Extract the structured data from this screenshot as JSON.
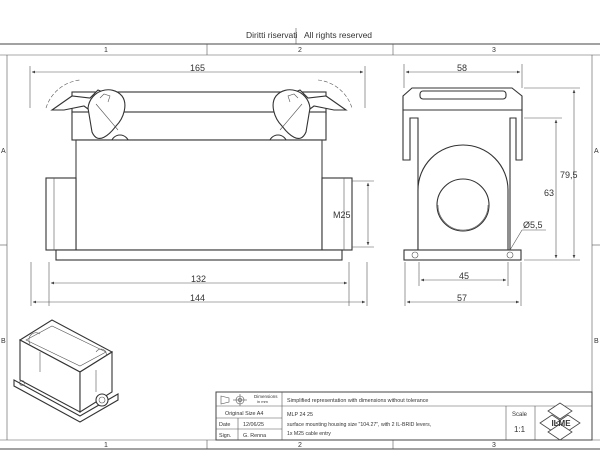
{
  "header": {
    "rights_it": "Diritti riservati",
    "rights_en": "All rights reserved"
  },
  "zones": {
    "columns": [
      "1",
      "2",
      "3"
    ],
    "rows": [
      "A",
      "B"
    ]
  },
  "dimensions": {
    "front_top_width": "165",
    "front_bottom_inner": "132",
    "front_bottom_outer": "144",
    "thread": "M25",
    "side_top_width": "58",
    "side_bottom_inner": "45",
    "side_bottom_outer": "57",
    "side_height_total": "79,5",
    "side_height_body": "63",
    "hole_diameter": "Ø5,5"
  },
  "title_block": {
    "dims_label_line1": "Dimensions",
    "dims_label_line2": "in mm",
    "note": "Simplified representation with dimensions without tolerance",
    "original_size": "Original Size A4",
    "date_label": "Date",
    "date_value": "12/06/25",
    "sign_label": "Sign.",
    "sign_value": "G. Renna",
    "code": "MLP 24 25",
    "desc_line1": "surface mounting housing size \"104.27\", with 2 IL-BRID levers,",
    "desc_line2": "1x M25 cable entry",
    "scale_label": "Scale",
    "scale_value": "1:1",
    "logo": "ILME"
  },
  "colors": {
    "line": "#444444",
    "band": "#2a2a2a",
    "paper": "#ffffff"
  }
}
